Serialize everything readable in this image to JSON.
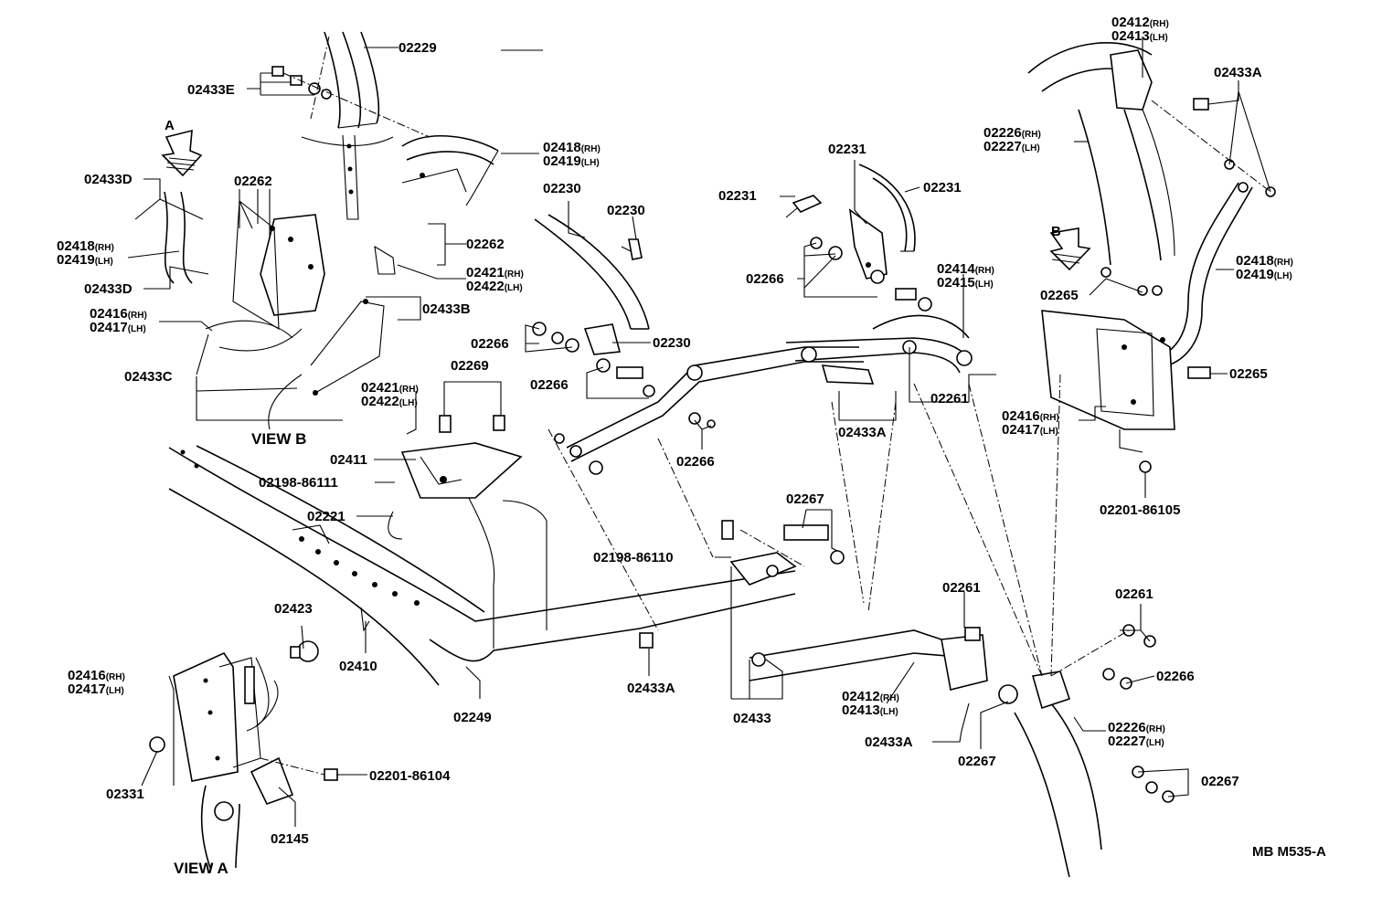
{
  "labels": {
    "l02229": "02229",
    "l02433E": "02433E",
    "lA": "A",
    "l02418_tl": "02418",
    "l02419_tl": "02419",
    "l02433D_a": "02433D",
    "l02262_a": "02262",
    "l02418_l": "02418",
    "l02419_l": "02419",
    "l02433D_b": "02433D",
    "l02416_l": "02416",
    "l02417_l": "02417",
    "l02433C": "02433C",
    "l02262_b": "02262",
    "l02421_a": "02421",
    "l02422_a": "02422",
    "l02433B": "02433B",
    "l02421_b": "02421",
    "l02422_b": "02422",
    "lViewB": "VIEW B",
    "l02230_a": "02230",
    "l02230_b": "02230",
    "l02231_a": "02231",
    "l02231_b": "02231",
    "l02231_c": "02231",
    "l02266_a": "02266",
    "l02414": "02414",
    "l02415": "02415",
    "l02266_b": "02266",
    "l02230_c": "02230",
    "l02266_c": "02266",
    "l02269": "02269",
    "l02266_d": "02266",
    "l02433A_a": "02433A",
    "l02261_a": "02261",
    "l02411": "02411",
    "l02198_86111": "02198-86111",
    "l02221": "02221",
    "l02412_tr": "02412",
    "l02413_tr": "02413",
    "l02433A_tr": "02433A",
    "l02226_tr": "02226",
    "l02227_tr": "02227",
    "lB": "B",
    "l02418_r": "02418",
    "l02419_r": "02419",
    "l02265_a": "02265",
    "l02265_b": "02265",
    "l02416_r": "02416",
    "l02417_r": "02417",
    "l02201_86105": "02201-86105",
    "l02267_a": "02267",
    "l02198_86110": "02198-86110",
    "l02261_b": "02261",
    "l02261_c": "02261",
    "l02266_e": "02266",
    "l02226_br": "02226",
    "l02227_br": "02227",
    "l02267_c": "02267",
    "l02267_b": "02267",
    "l02412_b": "02412",
    "l02413_b": "02413",
    "l02433A_b": "02433A",
    "l02433": "02433",
    "l02433A_c": "02433A",
    "l02423": "02423",
    "l02410": "02410",
    "l02249": "02249",
    "l02416_bl": "02416",
    "l02417_bl": "02417",
    "l02331": "02331",
    "l02201_86104": "02201-86104",
    "l02145": "02145",
    "lViewA": "VIEW  A",
    "code": "MB M535-A"
  },
  "sfx": {
    "rh": "(RH)",
    "lh": "(LH)"
  }
}
